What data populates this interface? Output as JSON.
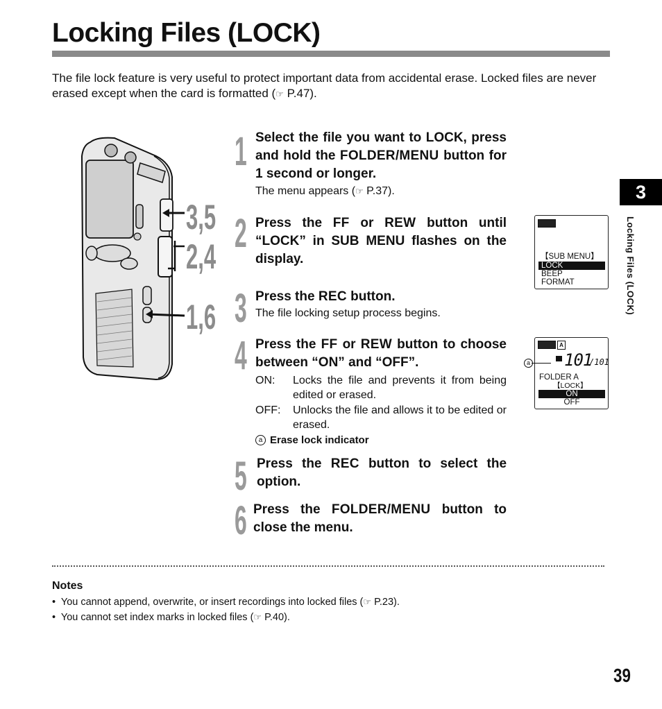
{
  "title": "Locking Files (LOCK)",
  "intro": {
    "text1": "The file lock feature is very useful to protect important data from accidental erase. Locked files are never erased except when the card is formatted (",
    "ref_icon": "☞",
    "text2": " P.47)."
  },
  "side_tab": {
    "number": "3",
    "label": "Locking Files (LOCK)"
  },
  "callouts": [
    "3,5",
    "2,4",
    "1,6"
  ],
  "steps": [
    {
      "num": "1",
      "head_a": "Select the file you want to LOCK, press and hold the ",
      "kw": "FOLDER/MENU",
      "head_b": " button for 1 second or longer.",
      "sub_a": "The menu appears (",
      "sub_ref": "☞",
      "sub_b": " P.37)."
    },
    {
      "num": "2",
      "head_a": "Press the ",
      "kw1": "FF",
      "mid": " or ",
      "kw2": "REW",
      "head_b": " button until “LOCK” in SUB MENU flashes on the display."
    },
    {
      "num": "3",
      "head_a": "Press the ",
      "kw": "REC",
      "head_b": " button.",
      "sub": "The file locking setup process begins."
    },
    {
      "num": "4",
      "head_a": "Press the ",
      "kw1": "FF",
      "mid": " or ",
      "kw2": "REW",
      "head_b": " button to choose between “ON” and “OFF”.",
      "on_label": "ON:",
      "on_text": "Locks the file and prevents it from being edited or erased.",
      "off_label": "OFF:",
      "off_text": "Unlocks the file and allows it to be edited or erased.",
      "marker": "a",
      "marker_text": "Erase lock indicator"
    },
    {
      "num": "5",
      "head_a": "Press the ",
      "kw": "REC",
      "head_b": " button to select the option."
    },
    {
      "num": "6",
      "head_a": "Press the ",
      "kw": "FOLDER/MENU",
      "head_b": " button to close the menu."
    }
  ],
  "lcd1": {
    "header": "【SUB   MENU】",
    "items": [
      "LOCK",
      "BEEP",
      "FORMAT"
    ]
  },
  "lcd2": {
    "counter": "101",
    "counter_small": "/101",
    "marker": "a",
    "folder": "FOLDER   A",
    "lock": "【LOCK】",
    "on": "ON",
    "off": "OFF"
  },
  "notes": {
    "title": "Notes",
    "items": [
      {
        "bullet": "•",
        "text_a": "You cannot append, overwrite, or insert recordings into locked files (",
        "ref": "☞",
        "text_b": " P.23)."
      },
      {
        "bullet": "•",
        "text_a": "You cannot set index marks in locked files (",
        "ref": "☞",
        "text_b": " P.40)."
      }
    ]
  },
  "page_number": "39"
}
